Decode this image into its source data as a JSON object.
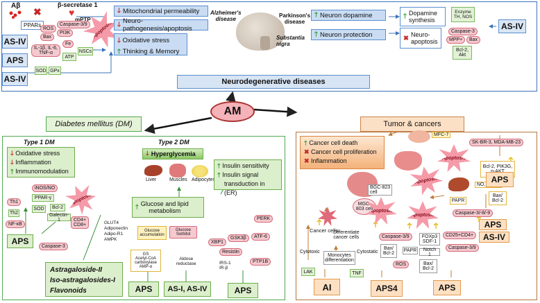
{
  "neuro": {
    "title": "Neurodegenerative diseases",
    "abeta": "Aβ",
    "beta_secretase": "β-secretase 1",
    "mptp": "mPTP",
    "ppars": "PPARs",
    "ros": "ROS",
    "bax": "Bax",
    "caspase39": "Caspase-3/9",
    "pi3k": "PI3K",
    "fe": "Fe",
    "cytokines": "IL-1β, IL-6,\nTNF-α",
    "atp": "ATP",
    "nscs": "NSCs",
    "sod": "SOD",
    "gpx": "GPx",
    "apoptosis": "Apoptosis",
    "agents_left": [
      "AS-IV",
      "APS",
      "AS-IV"
    ],
    "effects": [
      "Mitochondrial permeability",
      "Neuro-pathogenesis/apoptosis",
      "Oxidative stress",
      "Thinking & Memory"
    ],
    "alzheimers": "Alzheimer's\ndisease",
    "parkinsons": "Parkinson's\ndisease",
    "substantia": "Substantia\nnigra",
    "neuron_dopamine": "Neuron dopamine",
    "neuron_protection": "Neuron protection",
    "dopamine_synthesis": "Dopamine\nsynthesis",
    "neuro_apoptosis": "Neuro-\napoptosis",
    "enzyme": "Enzyme\nTH, NOS",
    "caspase3": "Caspase-3",
    "mpp": "MPP+",
    "bax2": "Bax",
    "bcl2akt": "Bcl-2,\nAkt",
    "agent_right": "AS-IV"
  },
  "center": {
    "am": "AM"
  },
  "diabetes": {
    "title": "Diabetes mellitus (DM)",
    "type1": "Type 1 DM",
    "type2": "Type 2 DM",
    "t1_effects": [
      "Oxidative stress",
      "Inflammation",
      "Immunomodulation"
    ],
    "hyperglycemia": "Hyperglycemia",
    "organs": [
      "Liver",
      "Muscles",
      "Adipocytes"
    ],
    "insulin": [
      "Insulin sensitivity",
      "Insulin signal",
      "transduction in (ER)"
    ],
    "glucose_lipid": "Glucose and lipid\nmetabolism",
    "th1": "Th1",
    "th2": "Th2",
    "nfkb": "NF-κB",
    "inos": "iNOS/NO",
    "ppar": "PPAR-γ",
    "sod": "SOD",
    "bcl2": "Bcl-2",
    "galectin": "Galectin-1",
    "cd4cd8": "CD4+\nCD8+",
    "caspase3": "Caspase-3",
    "apoptosis": "Apoptosis",
    "glut4": "GLUT4\nAdiponectin\nAdipo-R1\nAMPK",
    "glucose_acc": "Glucose\naccumulation",
    "gs": "GS\nAcetyl-CoA\ncarboxylase\nAMP-α",
    "glucose_sorbitol": "Glucose\nSorbitol",
    "aldose": "Aldose\nreductase",
    "xbp1": "XBP1",
    "gsk3b": "GSK3β",
    "resistin": "Resistin",
    "irs": "IRS-1\nIR-β",
    "perk": "PERK",
    "atf6": "ATF-6",
    "ptp1b": "PTP1B",
    "agents": [
      "APS",
      "APS",
      "AS-I, AS-IV",
      "APS"
    ],
    "compounds": [
      "Astragaloside-II",
      "Iso-astragalosides-I",
      "Flavonoids"
    ]
  },
  "tumor": {
    "title": "Tumor & cancers",
    "effects": [
      "Cancer cell death",
      "Cancer cell proliferation",
      "Inflammation"
    ],
    "mfc7": "MFC-7",
    "skbr3": "SK-BR-3, MDA-MB-23",
    "apoptosis": "Apoptosis",
    "pi3k": "Bcl-2, PIK3G,\np-AKT",
    "no_tnf": "NO, TNF-α",
    "bgc823": "BGC-823\ncell",
    "mgc803": "MGC-\n803 cell",
    "cancer_cells": "Cancer cells",
    "differentiate": "Differentiate\ncancer cells",
    "cytotoxic": "Cytotoxic",
    "cytostatic": "Cytostatic",
    "monocytes": "Monocytes\ndifferentiation",
    "lak": "LAK",
    "tnf": "TNF",
    "caspase39": "Caspase-3/9",
    "baxbcl2": "Bax/\nBcl-2",
    "papr": "PAPR",
    "ros": "ROS",
    "foxp3": "FOXp3\nSDF-1",
    "notch": "Notch 1",
    "baxbcl2b": "Bax/\nBcl-2",
    "cd25": "CD25+CD4+",
    "caspase39b": "Caspase-3/9",
    "papr2": "PAPR",
    "baxbcl2c": "Bax/\nBcl-2",
    "caspase_3489": "Caspase-3/-8/-9",
    "agents": [
      "AI",
      "APS4",
      "APS",
      "APS",
      "APS",
      "AS-IV"
    ]
  },
  "colors": {
    "blue": "#3b73b8",
    "green": "#52a852",
    "brown": "#b7753f",
    "am_fill": "#f5b2b8"
  }
}
